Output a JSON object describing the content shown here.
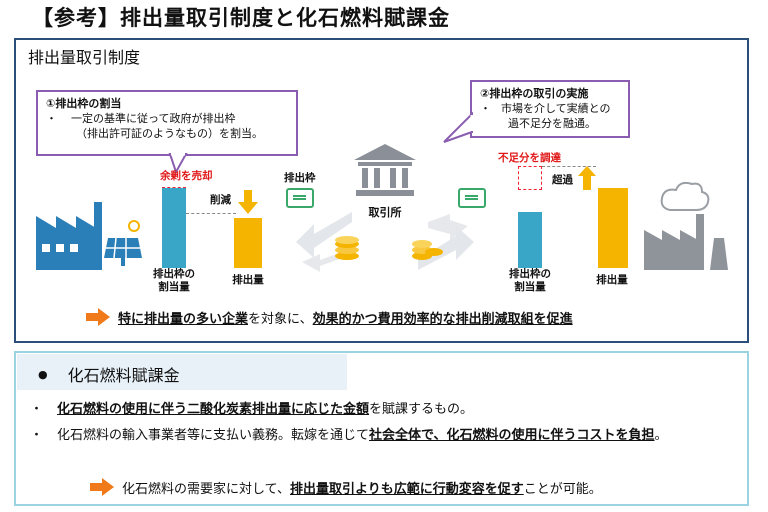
{
  "title": "【参考】排出量取引制度と化石燃料賦課金",
  "section1": {
    "heading": "排出量取引制度",
    "callout_left": {
      "heading": "①排出枠の割当",
      "bullet": "・",
      "line1": "一定の基準に従って政府が排出枠",
      "line2": "（排出許可証のようなもの）を割当。"
    },
    "callout_right": {
      "heading": "②排出枠の取引の実施",
      "bullet": "・",
      "line1": "市場を介して実績との",
      "line2": "過不足分を融通。"
    },
    "left": {
      "surplus_label": "余剰を売却",
      "reduction_label": "削減",
      "allocation_label_1": "排出枠の",
      "allocation_label_2": "割当量",
      "emissions_label": "排出量",
      "cap_levels": {
        "allocation": 1.0,
        "emissions": 0.62
      }
    },
    "right": {
      "shortage_label": "不足分を調達",
      "excess_label": "超過",
      "allocation_label_1": "排出枠の",
      "allocation_label_2": "割当量",
      "emissions_label": "排出量",
      "cap_levels": {
        "allocation": 0.7,
        "emissions": 1.0
      }
    },
    "center": {
      "permit_label": "排出枠",
      "exchange_label": "取引所"
    },
    "summary": {
      "part1": "特に排出量の多い企業",
      "part2": "を対象に、",
      "part3": "効果的かつ費用効率的な排出削減取組を促進"
    }
  },
  "section2": {
    "heading": "化石燃料賦課金",
    "heading_bullet": "●",
    "items": [
      {
        "bullet": "・",
        "underlined": "化石燃料の使用に伴う二酸化炭素排出量に応じた金額",
        "rest": "を賦課するもの。"
      },
      {
        "bullet": "・",
        "pre": "化石燃料の輸入事業者等に支払い義務。転嫁を通じて",
        "underlined": "社会全体で、化石燃料の使用に伴うコストを負担",
        "rest": "。"
      }
    ],
    "conclusion": {
      "part1": "化石燃料の需要家に対して、",
      "part2": "排出量取引よりも広範に行動変容を促す",
      "part3": "ことが可能。"
    }
  },
  "colors": {
    "allocation_bar": "#3aa6c7",
    "emissions_bar": "#f5b400",
    "accent_arrow": "#f07a1a",
    "alert_text": "#e01a1a",
    "callout_border": "#8a5db0",
    "panel_border": "#2a4f7a"
  }
}
